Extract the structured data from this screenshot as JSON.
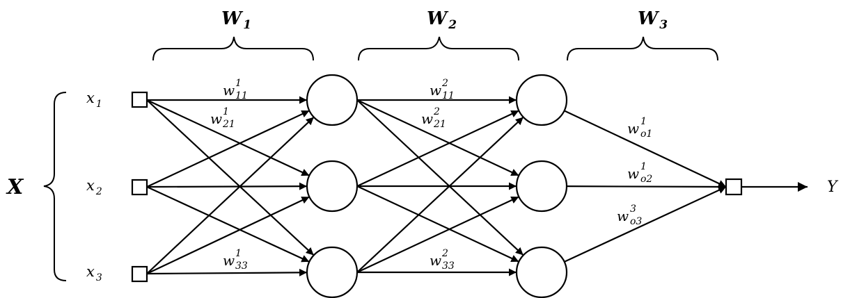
{
  "diagram": {
    "matrix_label": "X",
    "output_label": "Y",
    "inputs": [
      {
        "base": "x",
        "sub": "1"
      },
      {
        "base": "x",
        "sub": "2"
      },
      {
        "base": "x",
        "sub": "3"
      }
    ],
    "layer_weights": [
      {
        "base": "W",
        "sub": "1"
      },
      {
        "base": "W",
        "sub": "2"
      },
      {
        "base": "W",
        "sub": "3"
      }
    ],
    "edge_labels": {
      "w11_1": {
        "base": "w",
        "sup": "1",
        "sub": "11"
      },
      "w21_1": {
        "base": "w",
        "sup": "1",
        "sub": "21"
      },
      "w33_1": {
        "base": "w",
        "sup": "1",
        "sub": "33"
      },
      "w11_2": {
        "base": "w",
        "sup": "2",
        "sub": "11"
      },
      "w21_2": {
        "base": "w",
        "sup": "2",
        "sub": "21"
      },
      "w33_2": {
        "base": "w",
        "sup": "2",
        "sub": "33"
      },
      "wo1": {
        "base": "w",
        "sup": "1",
        "sub": "o1"
      },
      "wo2": {
        "base": "w",
        "sup": "1",
        "sub": "o2"
      },
      "wo3": {
        "base": "w",
        "sup": "3",
        "sub": "o3"
      }
    }
  }
}
